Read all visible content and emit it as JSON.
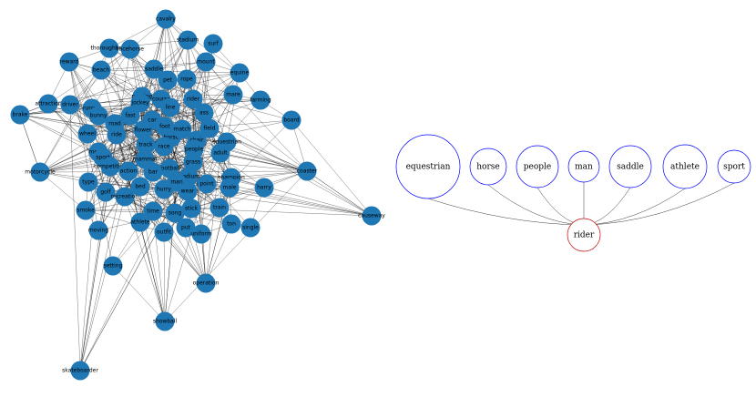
{
  "network": {
    "node_color": "#1f77b4",
    "edge_color": "#000000",
    "nodes": [
      "cavalry",
      "stadium",
      "surf",
      "thoroughbred",
      "racehorse",
      "reward",
      "beach",
      "saddle",
      "mount",
      "equine",
      "pet",
      "rope",
      "mare",
      "farming",
      "attraction",
      "driver",
      "running",
      "jockey",
      "course",
      "rider",
      "brake",
      "runner",
      "bunny",
      "fast",
      "line",
      "ass",
      "road",
      "car",
      "foot",
      "field",
      "board",
      "wheel",
      "flower",
      "ride",
      "horse",
      "match",
      "chair",
      "equestrian",
      "track",
      "race",
      "athlete",
      "people",
      "grass",
      "adult",
      "motion",
      "sport",
      "mammal",
      "football",
      "champion",
      "motorcycle",
      "competition",
      "stadium",
      "coaster",
      "action",
      "bar",
      "man",
      "hurry",
      "point",
      "male",
      "type",
      "golf",
      "recreation",
      "harry",
      "smoke",
      "bed",
      "wear",
      "stick",
      "train",
      "time",
      "song",
      "put",
      "ton",
      "single",
      "moving",
      "causeway",
      "outfit",
      "uniform",
      "setting",
      "operation",
      "showball",
      "skateboarder"
    ],
    "hub": "horse"
  },
  "tree": {
    "leaf_stroke": "#0000ff",
    "root_stroke": "#c00000",
    "leaves": [
      "equestrian",
      "horse",
      "people",
      "man",
      "saddle",
      "athlete",
      "sport"
    ],
    "root": "rider"
  }
}
